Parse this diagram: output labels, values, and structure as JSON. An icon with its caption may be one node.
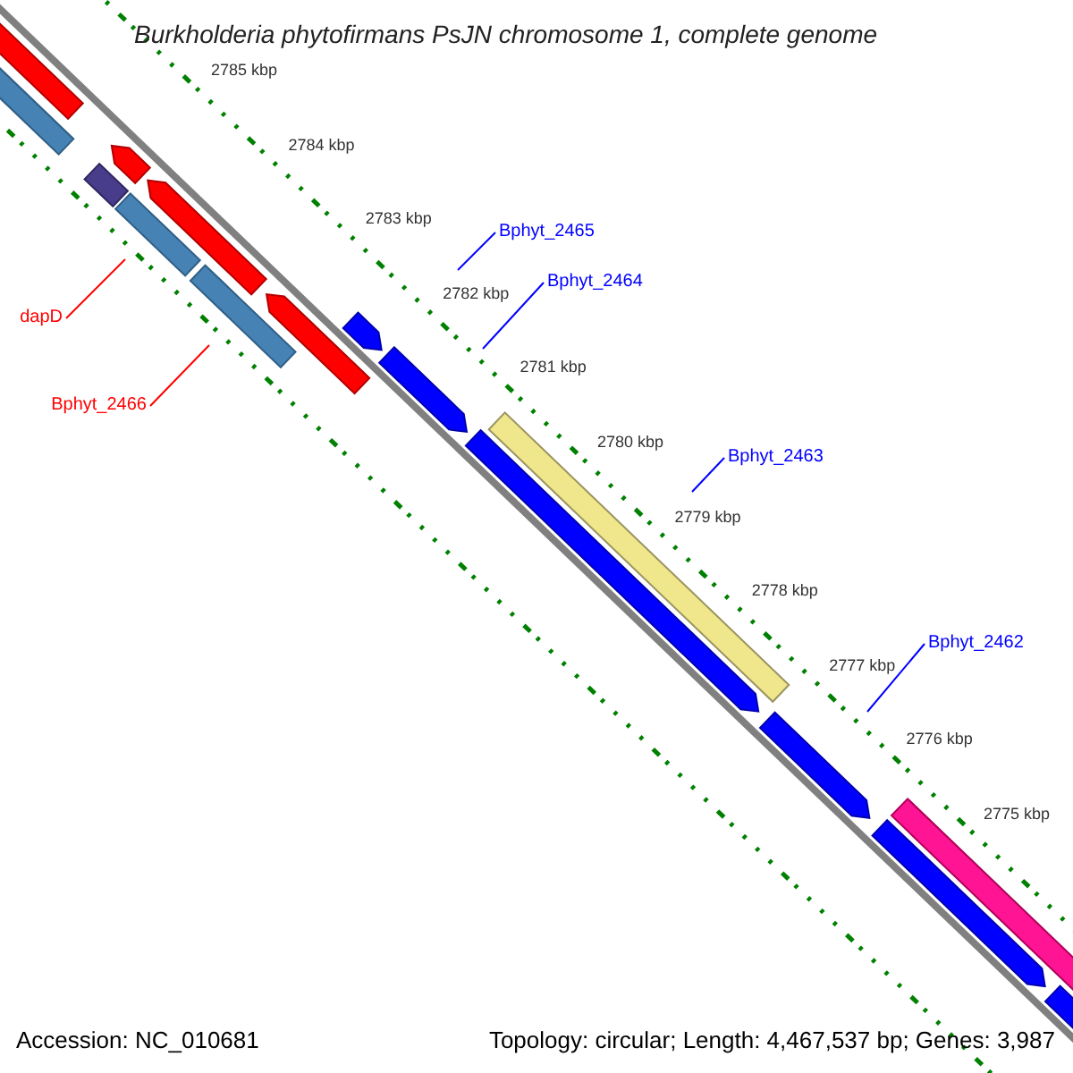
{
  "diagram": {
    "title": "Burkholderia phytofirmans PsJN chromosome 1, complete genome",
    "nodes": [
      {
        "text": [
          "dapD"
        ]
      },
      {
        "text": [
          "Bphyt_2466"
        ]
      },
      {
        "text": [
          "Bphyt_2465"
        ]
      },
      {
        "text": [
          "Bphyt_2464"
        ]
      },
      {
        "text": [
          "Bphyt_2463"
        ]
      },
      {
        "text": [
          "Bphyt_2462"
        ]
      }
    ],
    "edges": [
      {
        "from": 0,
        "to": null,
        "arrow": "none",
        "color": "#ff0000"
      },
      {
        "from": 1,
        "to": null,
        "arrow": "none",
        "color": "#ff0000"
      },
      {
        "from": 2,
        "to": null,
        "arrow": "none"
      },
      {
        "from": 3,
        "to": null,
        "arrow": "none"
      },
      {
        "from": 4,
        "to": null,
        "arrow": "none"
      },
      {
        "from": 5,
        "to": null,
        "arrow": "none"
      }
    ],
    "labels": [
      "2785 kbp",
      "2784 kbp",
      "2783 kbp",
      "2782 kbp",
      "2781 kbp",
      "2780 kbp",
      "2779 kbp",
      "2778 kbp",
      "2777 kbp",
      "2776 kbp",
      "2775 kbp",
      "Accession: NC_010681",
      "Topology: circular; Length: 4,467,537 bp; Genes: 3,987"
    ]
  }
}
